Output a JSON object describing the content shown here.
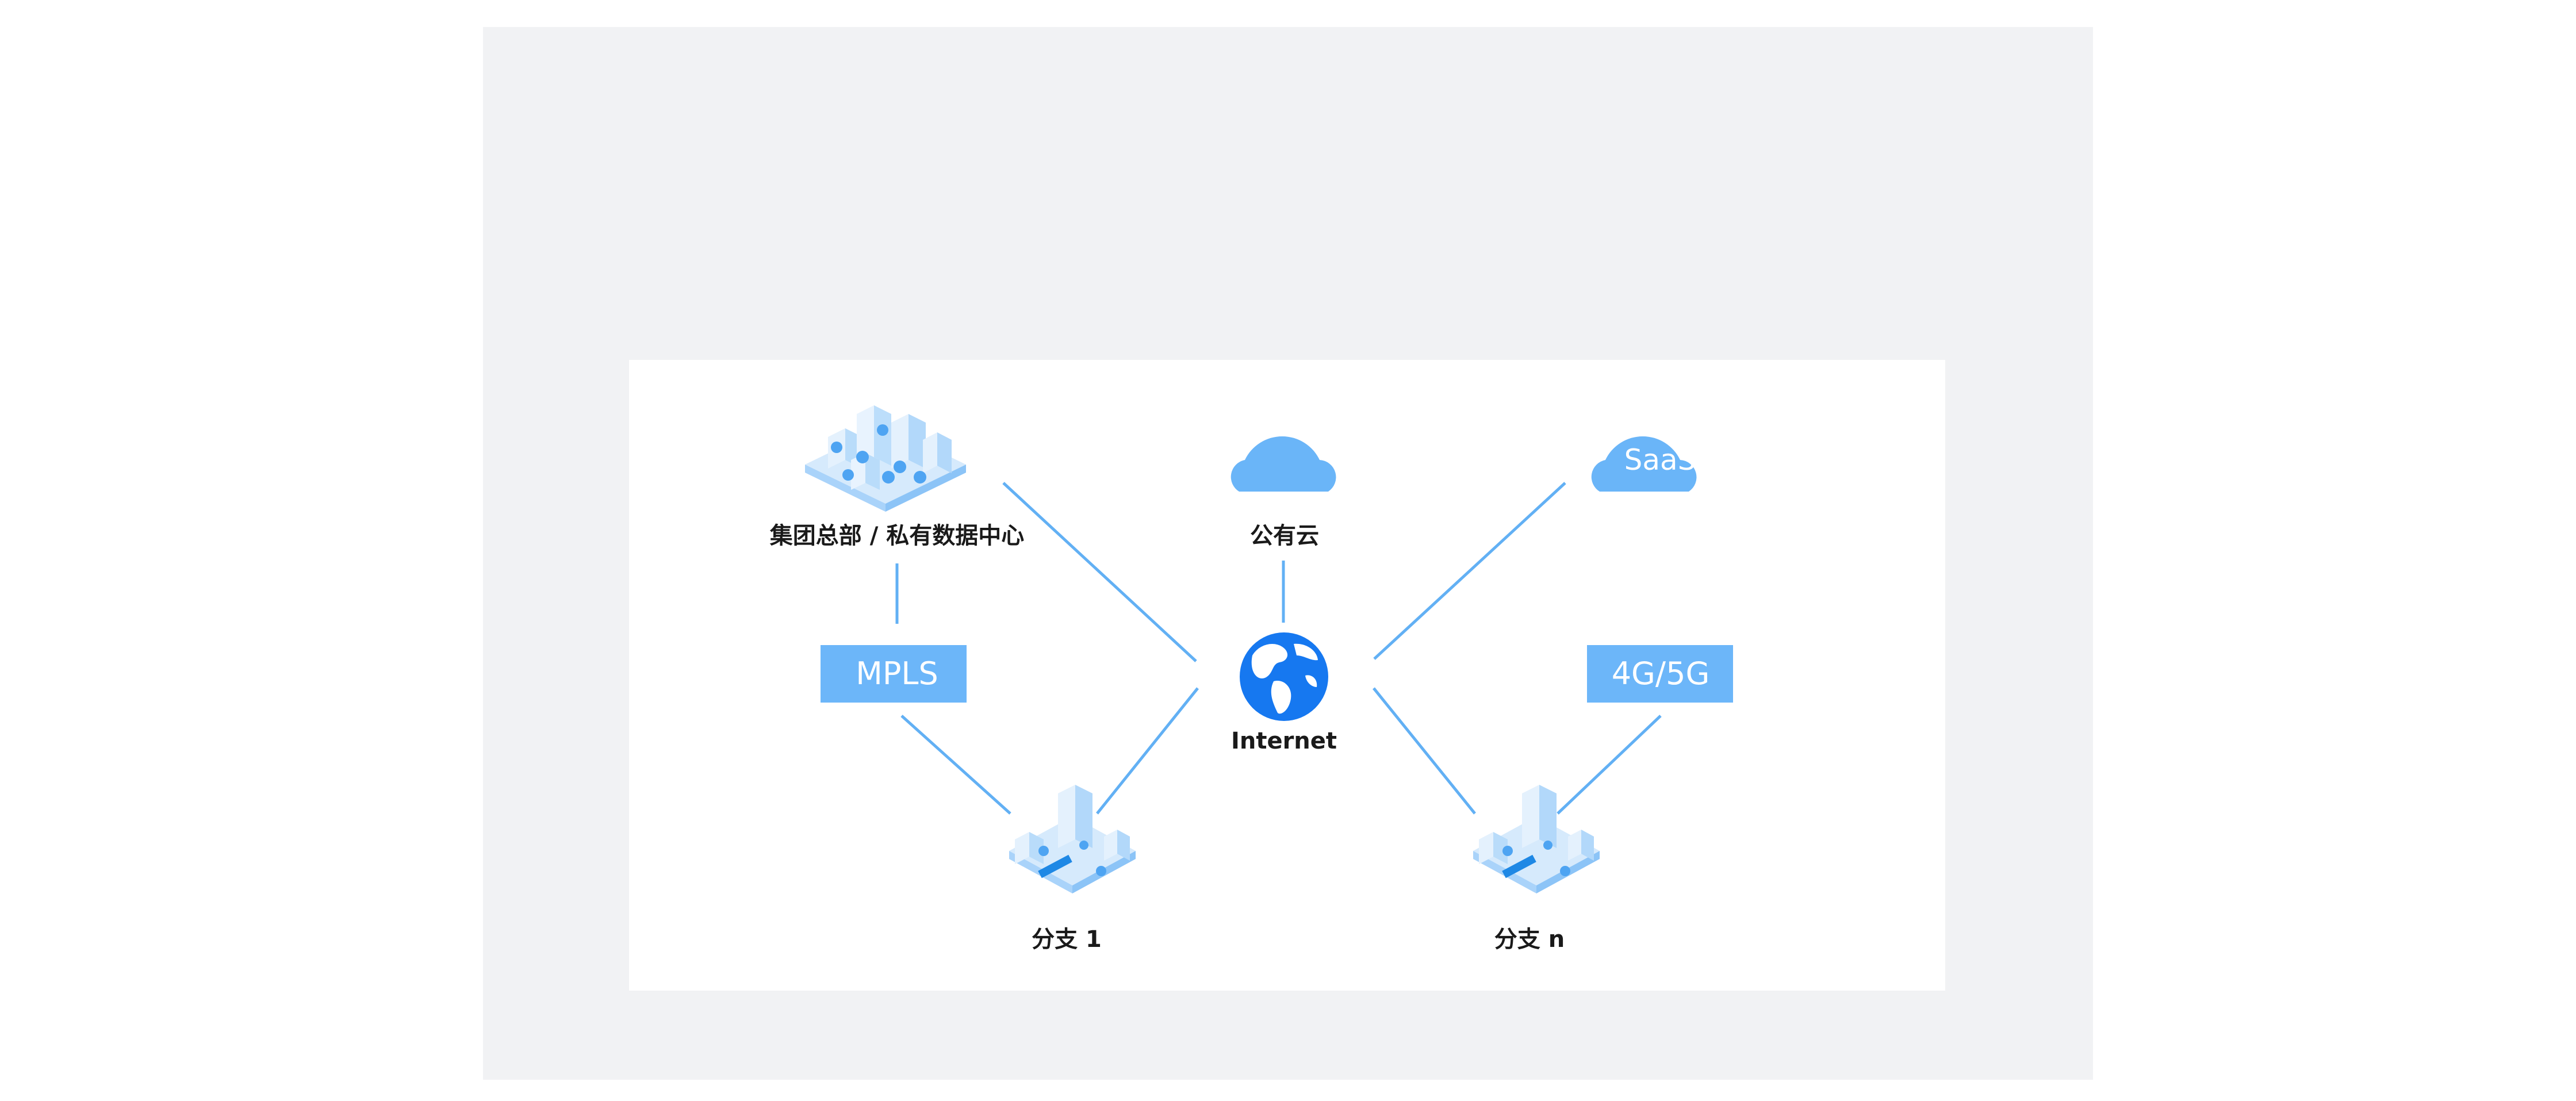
{
  "nodes": {
    "hq": {
      "label": "集团总部 / 私有数据中心",
      "icon": "city-block-icon"
    },
    "public_cloud": {
      "label": "公有云",
      "icon": "cloud-icon"
    },
    "saas": {
      "label": "SaaS",
      "icon": "saas-cloud-icon"
    },
    "internet": {
      "label": "Internet",
      "icon": "globe-icon"
    },
    "mpls": {
      "label": "MPLS"
    },
    "mobile": {
      "label": "4G/5G"
    },
    "branch1": {
      "label": "分支 1",
      "icon": "branch-building-icon"
    },
    "branchn": {
      "label": "分支 n",
      "icon": "branch-building-icon"
    }
  },
  "colors": {
    "line": "#62b0f4",
    "cloud": "#6ab5f8",
    "box": "#6cb6f9",
    "globe": "#1678f0",
    "building": "#cfe6fc"
  }
}
